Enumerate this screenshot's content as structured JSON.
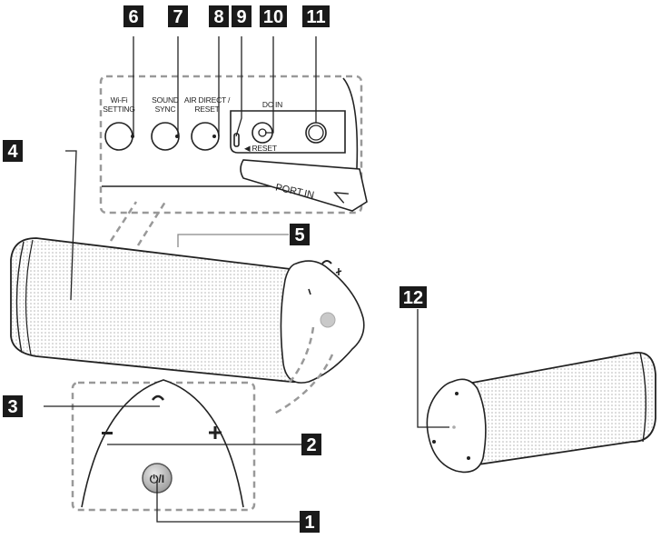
{
  "callouts": [
    {
      "id": "1",
      "label": "1"
    },
    {
      "id": "2",
      "label": "2"
    },
    {
      "id": "3",
      "label": "3"
    },
    {
      "id": "4",
      "label": "4"
    },
    {
      "id": "5",
      "label": "5"
    },
    {
      "id": "6",
      "label": "6"
    },
    {
      "id": "7",
      "label": "7"
    },
    {
      "id": "8",
      "label": "8"
    },
    {
      "id": "9",
      "label": "9"
    },
    {
      "id": "10",
      "label": "10"
    },
    {
      "id": "11",
      "label": "11"
    },
    {
      "id": "12",
      "label": "12"
    }
  ],
  "back_panel": {
    "wifi_setting_line1": "Wi-Fi",
    "wifi_setting_line2": "SETTING",
    "sound_sync_line1": "SOUND",
    "sound_sync_line2": "SYNC",
    "air_direct_line1": "AIR DIRECT /",
    "air_direct_line2": "RESET",
    "dc_in": "DC IN",
    "reset": "◀ RESET",
    "port_in": "PORT.IN"
  },
  "control_panel": {
    "power_symbol": "⏻/I"
  }
}
